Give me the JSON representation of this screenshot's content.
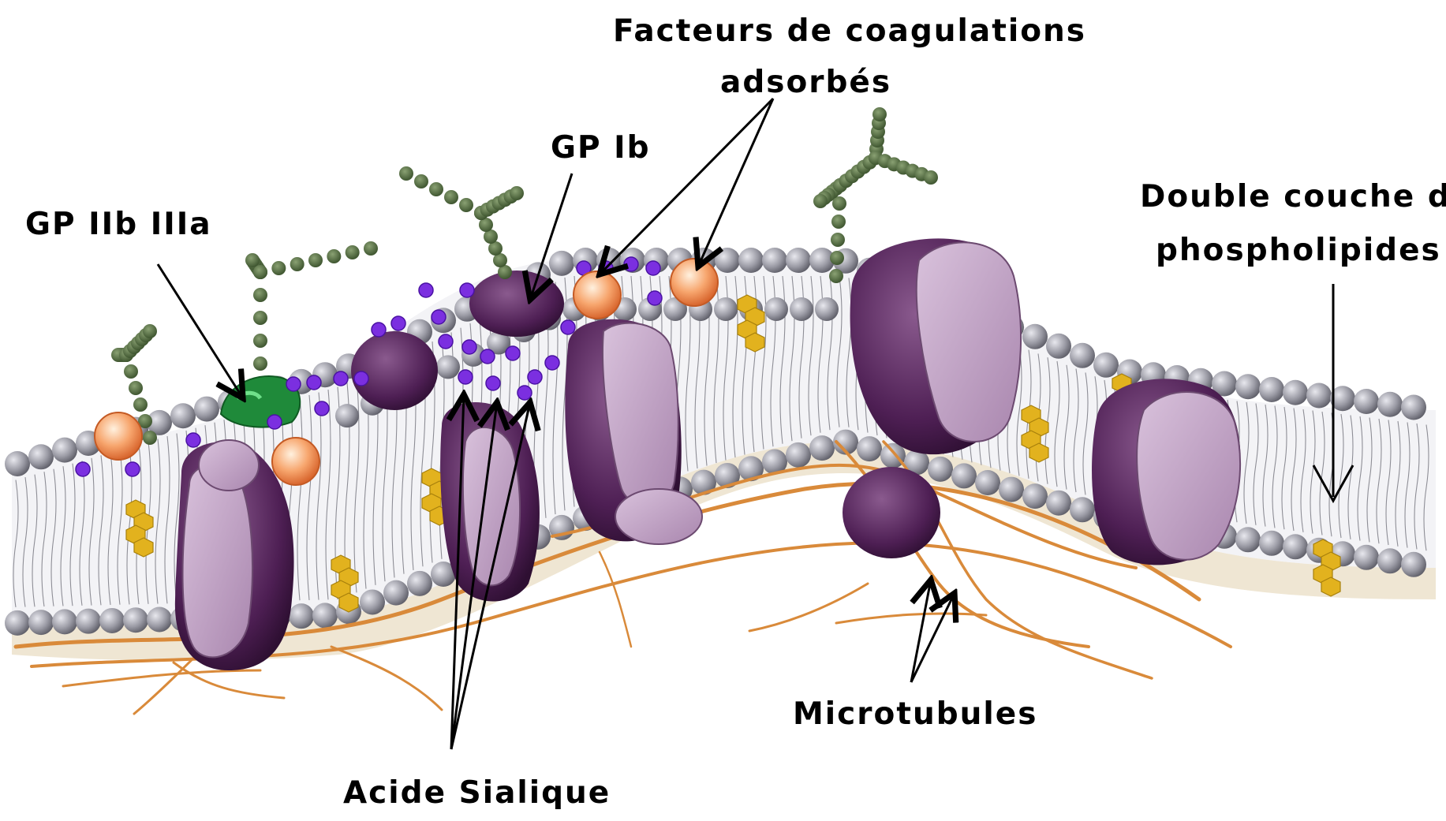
{
  "labels": {
    "coag_line1": "Facteurs de coagulations",
    "coag_line2": "adsorbés",
    "gp_ib": "GP Ib",
    "gp_iib_iiia": "GP IIb IIIa",
    "double_line1": "Double couche de",
    "double_line2": "phospholipides",
    "microtubules": "Microtubules",
    "acide_sialique": "Acide Sialique"
  },
  "colors": {
    "head": "#9a9aa2",
    "protein": "#5a2a5e",
    "protein_face": "#c7a8cc",
    "cholesterol": "#e2b21e",
    "fiber": "#d98a3a",
    "sugar_chain": "#55703f",
    "sialic": "#7b2fe0",
    "factor": "#f49b6a",
    "gp_iib": "#1f8a3a"
  }
}
